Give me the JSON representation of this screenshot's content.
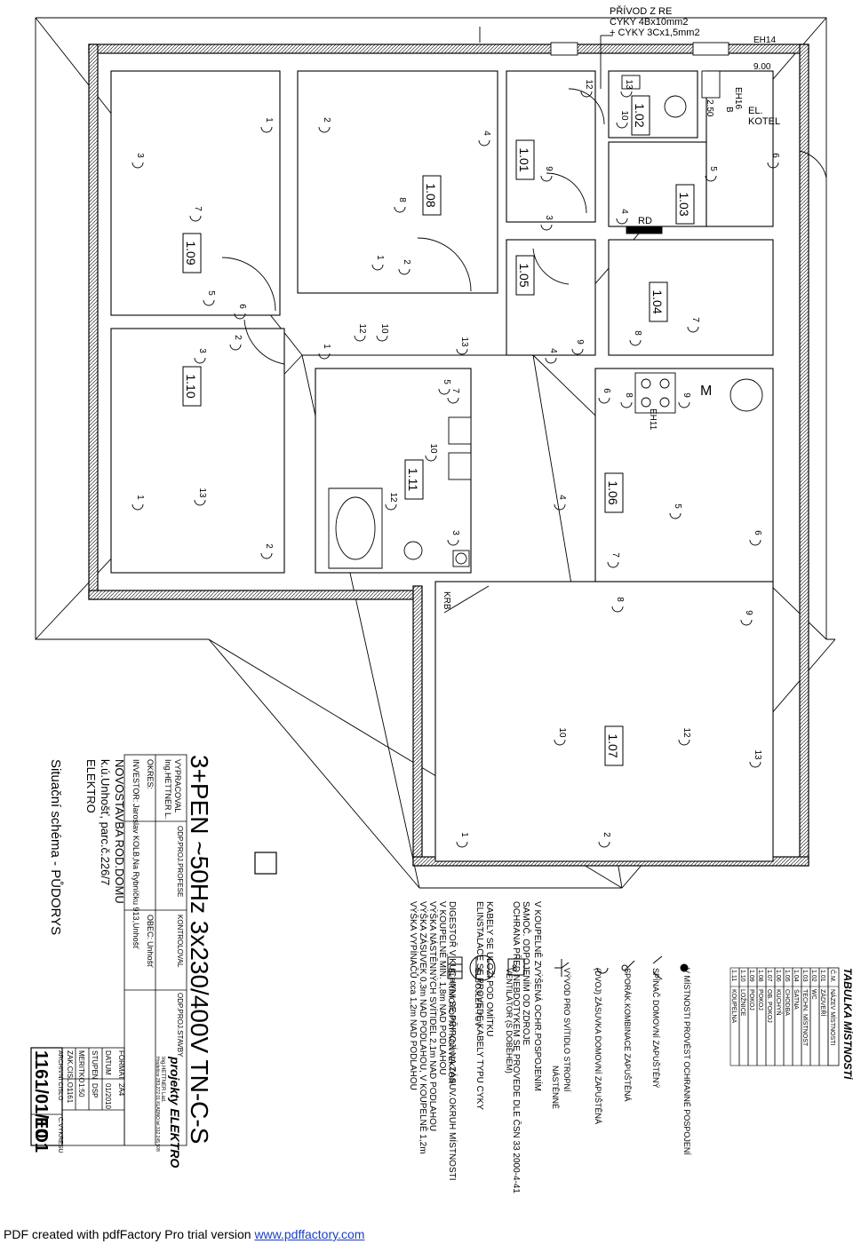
{
  "supply": {
    "line1": "PŘÍVOD Z RE",
    "line2": "CYKY 4Bx10mm2",
    "line3": "+ CYKY 3Cx1,5mm2"
  },
  "rooms": [
    "1.01",
    "1.02",
    "1.03",
    "1.04",
    "1.05",
    "1.06",
    "1.07",
    "1.08",
    "1.09",
    "1.10",
    "1.11"
  ],
  "equipment": {
    "eh14": "EH14",
    "eh14_val": "9.00",
    "eh16": "EH16",
    "eh16_val": "2.50",
    "b": "B",
    "kotel1": "EL.",
    "kotel2": "KOTEL",
    "rd": "RD",
    "krb": "KRB",
    "eh11": "EH11",
    "m": "M"
  },
  "circuits": [
    "1",
    "2",
    "3",
    "4",
    "5",
    "6",
    "7",
    "8",
    "9",
    "10",
    "12",
    "13"
  ],
  "room_table": {
    "title": "TABULKA MÍSTNOSTÍ",
    "headers": [
      "Č.M.",
      "NÁZEV MÍSTNOSTI"
    ],
    "rows": [
      [
        "1.01",
        "ZÁDVEŘÍ"
      ],
      [
        "1.02",
        "WC"
      ],
      [
        "1.03",
        "TECHN. MÍSTNOST"
      ],
      [
        "1.04",
        "ŠATNA"
      ],
      [
        "1.05",
        "CHODBA"
      ],
      [
        "1.06",
        "KUCHYŇ"
      ],
      [
        "1.07",
        "OB. POKOJ"
      ],
      [
        "1.08",
        "POKOJ"
      ],
      [
        "1.09",
        "POKOJ"
      ],
      [
        "1.10",
        "LOŽNICE"
      ],
      [
        "1.11",
        "KOUPELNA"
      ]
    ]
  },
  "legend": [
    "V MÍSTNOSTI PROVÉST OCHRANNÉ POSPOJENÍ",
    "SPÍNAČ DOMOVNÍ ZAPUŠTĚNÝ",
    "SPORÁK.KOMBINACE ZAPUŠTĚNÁ",
    "(DVOJ) ZÁSUVKA DOMOVNÍ ZAPUŠTĚNÁ",
    "VÝVOD PRO SVÍTIDLO STROPNÍ",
    "NÁSTĚNNÉ",
    "VENTILÁTOR (S DOBĚHEM)",
    "ELBOJLER TUV",
    "ELPŘÍMOTOPNÝ KONVEKTOR"
  ],
  "notes": [
    "VÝŠKA VYPÍNAČŮ   cca 1,2m NAD PODLAHOU",
    "VÝŠKA ZÁSUVEK   0,3m NAD PODLAHOU, V KOUPELNĚ 1,2m",
    "VÝŠKA NÁSTĚNNÝCH SVÍTIDEL   2,1m NAD PODLAHOU",
    "V KOUPELNĚ MIN. 1,8m NAD PODLAHOU",
    "DIGESTOŘ V KUCHYNI SE PŘIPOJÍ NA ZÁSUV.OKRUH MÍSTNOSTI",
    "ELINSTALACE SE PROVEDE KABELY TYPU CYKY",
    "KABELY SE ULOŽÍ POD OMÍTKU",
    "OCHRANA PŘED NEBDOTYKEM SE PROVEDE DLE ČSN 33 2000-4-41",
    "SAMOČ. ODPOJENÍM OD ZDROJE",
    "V KOUPELNĚ ZVÝŠENÁ  OCHR.POSPOJENÍM"
  ],
  "system": "3+PEN ~50Hz 3x230/400V  TN-C-S",
  "title_block": {
    "vypracoval_label": "VYPRACOVAL",
    "vypracoval": "Ing.HETTNER L.",
    "odp_profese": "ODP.PROJ.PROFESE",
    "kontroloval": "KONTROLOVAL",
    "odp_stavby": "ODP.PROJ.STAVBY",
    "company": "projekty ELEKTRO",
    "company_sub1": "Ing.HETTNER Lad.",
    "company_sub2": "Hradešice 283,272 01 KLADNO tel.312 245 508",
    "okres_label": "OKRES:",
    "obec_label": "OBEC:",
    "obec": "Unhošť",
    "investor_label": "INVESTOR:",
    "investor": "Jaroslav KOLB,Na Rybníčku 913,Unhošť",
    "project1": "NOVOSTAVBA ROD.DOMU",
    "project2": "k.ú.Unhošť, parc.č.226/7",
    "project3": "ELEKTRO",
    "drawing": "Situační schéma - PŮDORYS",
    "format_label": "FORMAT",
    "format": "2A4",
    "datum_label": "DATUM",
    "datum": "01/2010",
    "stupen_label": "STUPEN",
    "stupen": "DSP",
    "meritko_label": "MERITKO",
    "meritko": "1:50",
    "zak_label": "ZAK.CISLO:",
    "zak": "1161",
    "archiv_label": "ARCHIVNI CISLO",
    "cvykresu_label": "C.VYKRESU",
    "archiv": "1161/01/10",
    "cvykresu": "EO1"
  },
  "footer": {
    "prefix": "PDF created with pdfFactory Pro trial version ",
    "link": "www.pdffactory.com"
  }
}
